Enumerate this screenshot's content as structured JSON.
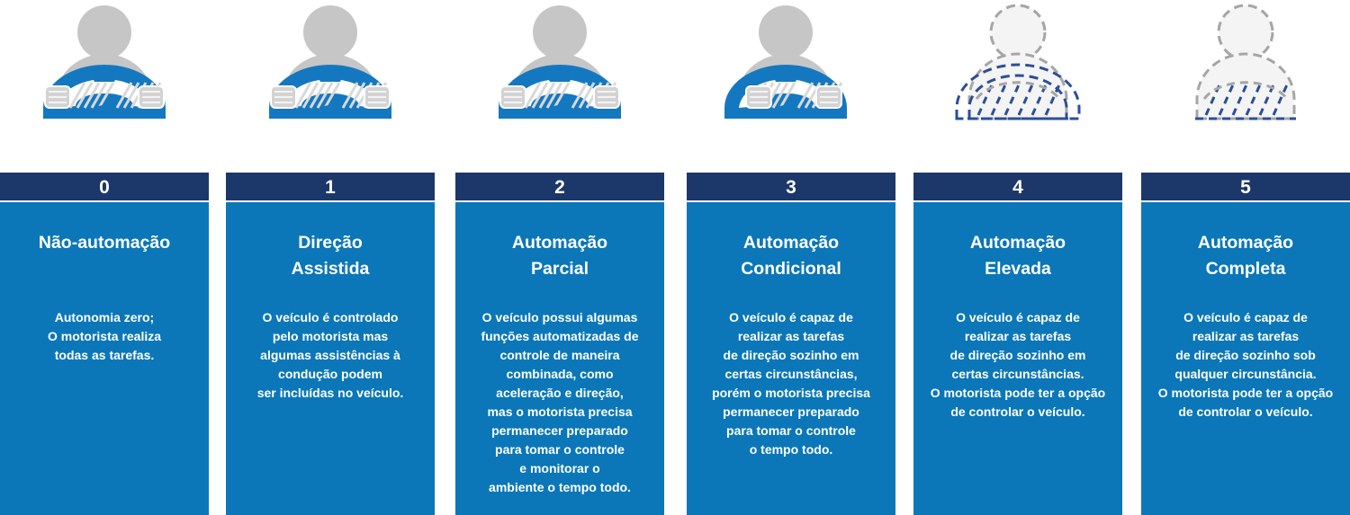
{
  "levels": [
    {
      "number": "0",
      "title": "Não-automação",
      "description": "Autonomia zero;\nO motorista realiza\ntodas as tarefas.",
      "icon": "driver-holding-wheel"
    },
    {
      "number": "1",
      "title": "Direção\nAssistida",
      "description": "O veículo é controlado\npelo motorista mas\nalgumas assistências à\ncondução podem\nser incluídas no veículo.",
      "icon": "driver-holding-wheel"
    },
    {
      "number": "2",
      "title": "Automação\nParcial",
      "description": "O veículo possui algumas\nfunções automatizadas de\ncontrole de maneira\ncombinada, como\naceleração e direção,\nmas o motorista precisa\npermanecer preparado\npara tomar o controle\ne monitorar o\nambiente o tempo todo.",
      "icon": "driver-holding-wheel"
    },
    {
      "number": "3",
      "title": "Automação\nCondicional",
      "description": "O veículo é capaz de\nrealizar as tarefas\nde direção sozinho em\ncertas circunstâncias,\nporém o motorista precisa\npermanecer preparado\npara tomar o controle\no tempo todo.",
      "icon": "driver-hands-off-wheel"
    },
    {
      "number": "4",
      "title": "Automação\nElevada",
      "description": "O veículo é capaz de\nrealizar as tarefas\nde direção sozinho em\ncertas circunstâncias.\nO motorista pode ter a opção\nde controlar o veículo.",
      "icon": "dashed-driver-outline"
    },
    {
      "number": "5",
      "title": "Automação\nCompleta",
      "description": "O veículo é capaz de\nrealizar as tarefas\nde direção sozinho sob\nqualquer circunstância.\nO motorista pode ter a opção\nde controlar o veículo.",
      "icon": "dashed-driver-no-wheel"
    }
  ],
  "colors": {
    "number_bar": "#1c3769",
    "body_panel": "#0b77b8",
    "wheel_blue": "#1478c0",
    "person_gray": "#c6c6c6",
    "dashed_blue": "#2b4e9a",
    "dashed_gray": "#a6a6a6"
  }
}
